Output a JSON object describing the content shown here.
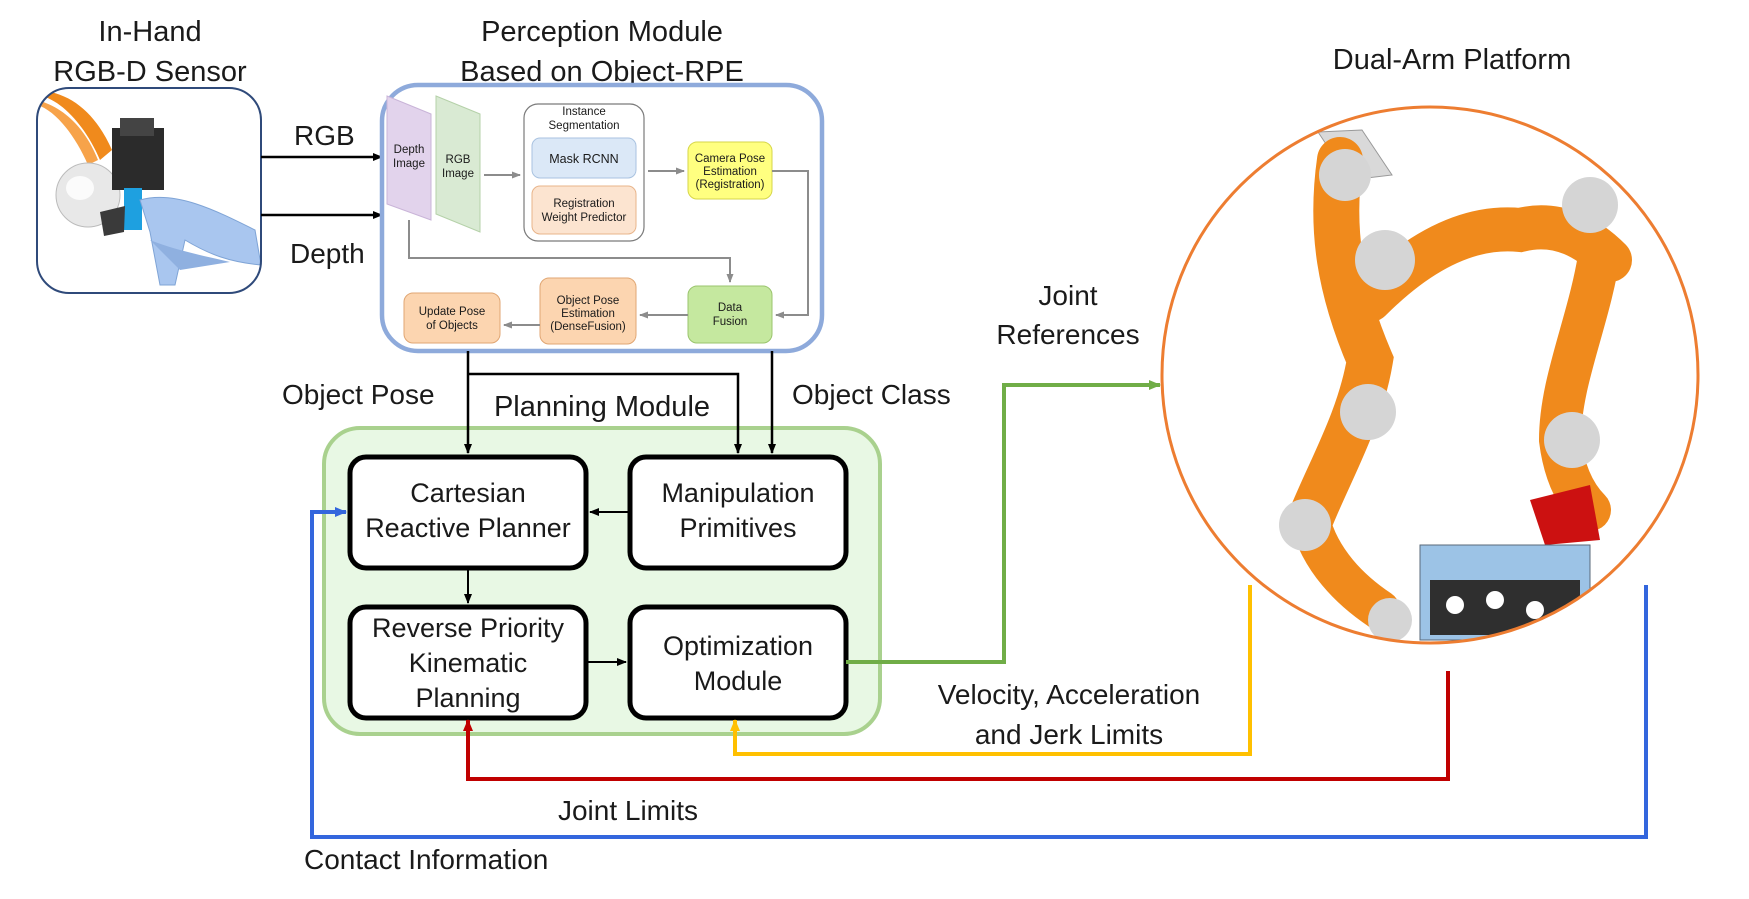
{
  "sensor": {
    "title_line1": "In-Hand",
    "title_line2": "RGB-D Sensor"
  },
  "perception": {
    "title_line1": "Perception Module",
    "title_line2": "Based on Object-RPE",
    "depth_image": [
      "Depth",
      "Image"
    ],
    "rgb_image": [
      "RGB",
      "Image"
    ],
    "instance_segmentation": [
      "Instance",
      "Segmentation"
    ],
    "mask_rcnn": "Mask RCNN",
    "registration_weight": [
      "Registration",
      "Weight Predictor"
    ],
    "camera_pose": [
      "Camera Pose",
      "Estimation",
      "(Registration)"
    ],
    "data_fusion": [
      "Data",
      "Fusion"
    ],
    "object_pose_estimation": [
      "Object Pose",
      "Estimation",
      "(DenseFusion)"
    ],
    "update_pose": [
      "Update Pose",
      "of Objects"
    ]
  },
  "edges": {
    "rgb": "RGB",
    "depth": "Depth",
    "object_pose": "Object Pose",
    "object_class": "Object Class",
    "joint_references": [
      "Joint",
      "References"
    ],
    "vel_acc_jerk": [
      "Velocity, Acceleration",
      "and Jerk Limits"
    ],
    "joint_limits": "Joint Limits",
    "contact_information": "Contact Information"
  },
  "planning": {
    "title": "Planning Module",
    "cartesian": [
      "Cartesian",
      "Reactive Planner"
    ],
    "manipulation": [
      "Manipulation",
      "Primitives"
    ],
    "reverse_priority": [
      "Reverse Priority",
      "Kinematic",
      "Planning"
    ],
    "optimization": [
      "Optimization",
      "Module"
    ]
  },
  "platform": {
    "title": "Dual-Arm Platform"
  },
  "colors": {
    "perception_border": "#8eaadb",
    "planning_border": "#a9d18e",
    "planning_fill": "#e8f8e4",
    "platform_border": "#ed7d31",
    "green_arrow": "#70ad47",
    "yellow_arrow": "#ffc000",
    "red_arrow": "#c00000",
    "blue_arrow": "#3366dd",
    "depth_fill": "#e2d3ec",
    "rgb_fill": "#d9ead3",
    "mask_fill": "#dbe8f7",
    "registration_fill": "#fce4d0",
    "camera_fill": "#ffff80",
    "fusion_fill": "#c5e89f",
    "pose_fill": "#fcd5b0",
    "robot_orange": "#f08a1c"
  }
}
